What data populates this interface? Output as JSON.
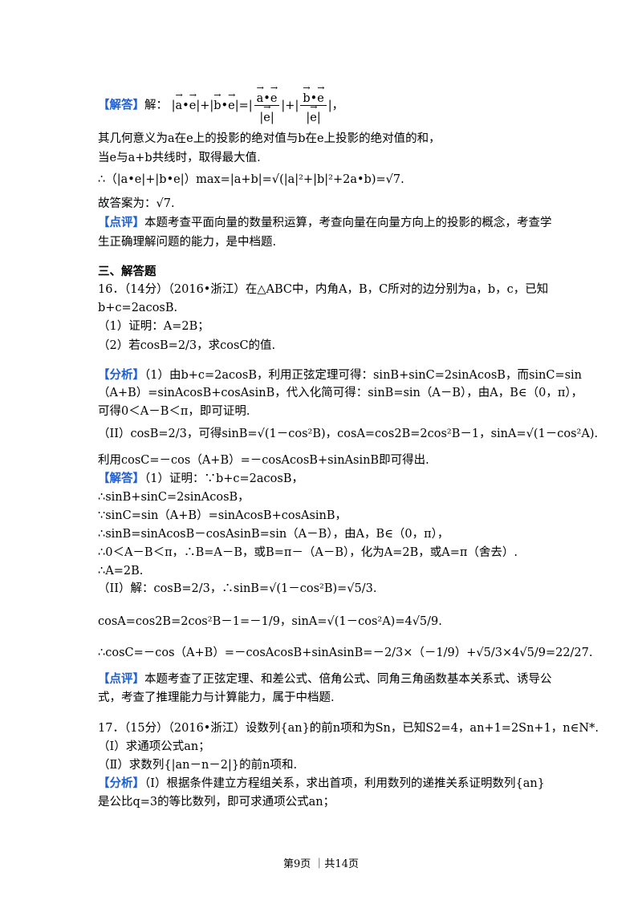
{
  "p15_sol": {
    "tag": "【解答】",
    "lead": "解：",
    "expr_text": "|a•e|+|b•e|=|a•e/|e||+|b•e/|e||，"
  },
  "p15_geo": "其几何意义为a在e上的投影的绝对值与b在e上投影的绝对值的和，",
  "p15_max_cond": "当e与a+b共线时，取得最大值.",
  "p15_max_expr": "∴（|a•e|+|b•e|）max=|a+b|=√(|a|²+|b|²+2a•b)=√7.",
  "p15_answer": "故答案为：√7.",
  "p15_review": {
    "tag": "【点评】",
    "line1": "本题考查平面向量的数量积运算，考查向量在向量方向上的投影的概念，考查学",
    "line2": "生正确理解问题的能力，是中档题."
  },
  "section_title": "三、解答题",
  "p16": {
    "stem1": "16．（14分）（2016•浙江）在△ABC中，内角A，B，C所对的边分别为a，b，c，已知",
    "stem2": "b+c=2acosB.",
    "q1": "（1）证明：A=2B；",
    "q2": "（2）若cosB=2/3，求cosC的值.",
    "analysis_tag": "【分析】",
    "a1": "（1）由b+c=2acosB，利用正弦定理可得：sinB+sinC=2sinAcosB，而sinC=sin",
    "a2": "（A+B）=sinAcosB+cosAsinB，代入化简可得：sinB=sin（A－B），由A，B∈（0，π），",
    "a3": "可得0＜A－B＜π，即可证明.",
    "a4": "（II）cosB=2/3，可得sinB=√(1－cos²B)，cosA=cos2B=2cos²B－1，sinA=√(1－cos²A).",
    "a5": "利用cosC=－cos（A+B）=－cosAcosB+sinAsinB即可得出.",
    "sol_tag": "【解答】",
    "s1": "（1）证明：∵b+c=2acosB，",
    "s2": "∴sinB+sinC=2sinAcosB，",
    "s3": "∵sinC=sin（A+B）=sinAcosB+cosAsinB，",
    "s4": "∴sinB=sinAcosB－cosAsinB=sin（A－B），由A，B∈（0，π），",
    "s5": "∴0＜A－B＜π，∴B=A－B，或B=π－（A－B），化为A=2B，或A=π（舍去）.",
    "s6": "∴A=2B.",
    "s7": "（II）解：cosB=2/3，∴sinB=√(1－cos²B)=√5/3.",
    "s8": "cosA=cos2B=2cos²B－1=－1/9，sinA=√(1－cos²A)=4√5/9.",
    "s9": "∴cosC=－cos（A+B）=－cosAcosB+sinAsinB=－2/3×（－1/9）+√5/3×4√5/9=22/27.",
    "review_tag": "【点评】",
    "r1": "本题考查了正弦定理、和差公式、倍角公式、同角三角函数基本关系式、诱导公",
    "r2": "式，考查了推理能力与计算能力，属于中档题."
  },
  "p17": {
    "stem": "17．（15分）（2016•浙江）设数列{an}的前n项和为Sn，已知S2=4，an+1=2Sn+1，n∈N*.",
    "q1": "（Ⅰ）求通项公式an；",
    "q2": "（Ⅱ）求数列{|an－n－2|}的前n项和.",
    "analysis_tag": "【分析】",
    "a1": "（Ⅰ）根据条件建立方程组关系，求出首项，利用数列的递推关系证明数列{an}",
    "a2": "是公比q=3的等比数列，即可求通项公式an；"
  },
  "footer": "第9页 ｜共14页"
}
